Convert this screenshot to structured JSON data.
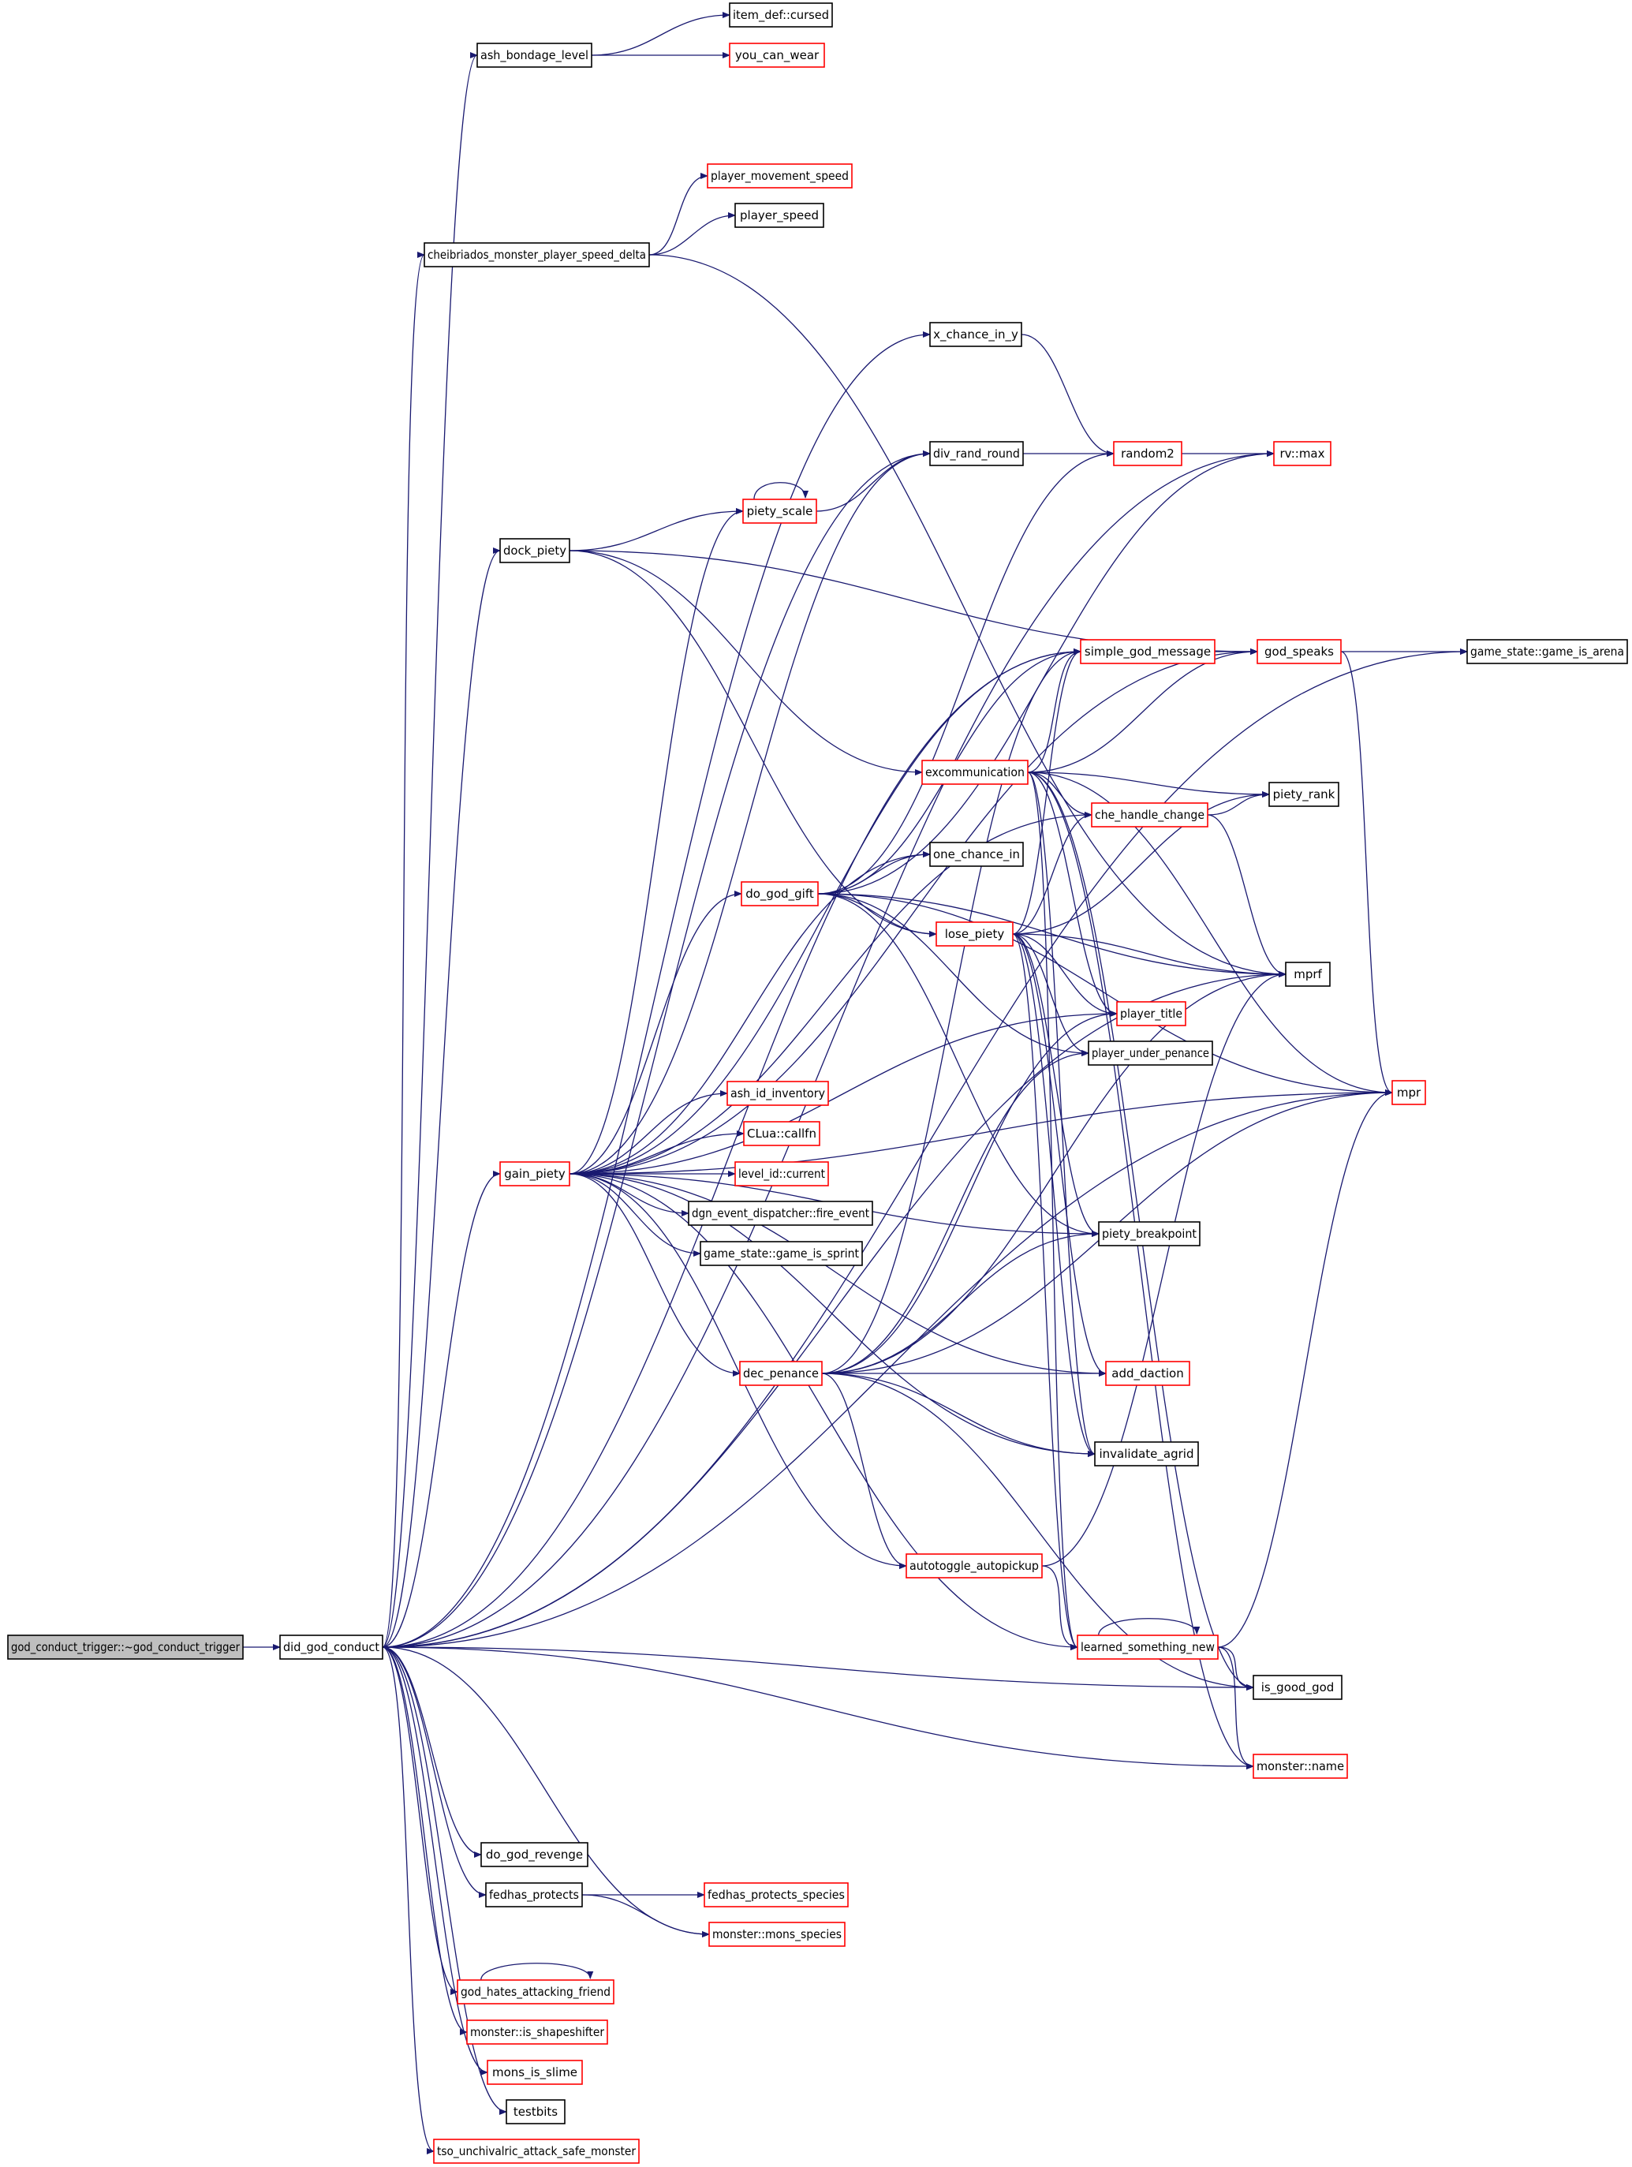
{
  "colors": {
    "edge": "#191970",
    "border_complete": "#000000",
    "border_truncated": "#ff0000",
    "root_fill": "#bfbfbf",
    "node_fill": "#ffffff"
  },
  "nodes": [
    {
      "id": "root",
      "label": "god_conduct_trigger::~god_conduct_trigger",
      "style": "root"
    },
    {
      "id": "did_god_conduct",
      "label": "did_god_conduct",
      "style": "black"
    },
    {
      "id": "ash_bondage_level",
      "label": "ash_bondage_level",
      "style": "black"
    },
    {
      "id": "item_def_cursed",
      "label": "item_def::cursed",
      "style": "black"
    },
    {
      "id": "you_can_wear",
      "label": "you_can_wear",
      "style": "red"
    },
    {
      "id": "player_movement_speed",
      "label": "player_movement_speed",
      "style": "red"
    },
    {
      "id": "player_speed",
      "label": "player_speed",
      "style": "black"
    },
    {
      "id": "cheibriados_delta",
      "label": "cheibriados_monster_player_speed_delta",
      "style": "black"
    },
    {
      "id": "x_chance_in_y",
      "label": "x_chance_in_y",
      "style": "black"
    },
    {
      "id": "div_rand_round",
      "label": "div_rand_round",
      "style": "black"
    },
    {
      "id": "random2",
      "label": "random2",
      "style": "red"
    },
    {
      "id": "rv_max",
      "label": "rv::max",
      "style": "red"
    },
    {
      "id": "piety_scale",
      "label": "piety_scale",
      "style": "red"
    },
    {
      "id": "dock_piety",
      "label": "dock_piety",
      "style": "black"
    },
    {
      "id": "simple_god_message",
      "label": "simple_god_message",
      "style": "red"
    },
    {
      "id": "god_speaks",
      "label": "god_speaks",
      "style": "red"
    },
    {
      "id": "game_is_arena",
      "label": "game_state::game_is_arena",
      "style": "black"
    },
    {
      "id": "excommunication",
      "label": "excommunication",
      "style": "red"
    },
    {
      "id": "piety_rank",
      "label": "piety_rank",
      "style": "black"
    },
    {
      "id": "che_handle_change",
      "label": "che_handle_change",
      "style": "red"
    },
    {
      "id": "one_chance_in",
      "label": "one_chance_in",
      "style": "black"
    },
    {
      "id": "do_god_gift",
      "label": "do_god_gift",
      "style": "red"
    },
    {
      "id": "lose_piety",
      "label": "lose_piety",
      "style": "red"
    },
    {
      "id": "mprf",
      "label": "mprf",
      "style": "black"
    },
    {
      "id": "player_title",
      "label": "player_title",
      "style": "red"
    },
    {
      "id": "player_under_penance",
      "label": "player_under_penance",
      "style": "black"
    },
    {
      "id": "mpr",
      "label": "mpr",
      "style": "red"
    },
    {
      "id": "ash_id_inventory",
      "label": "ash_id_inventory",
      "style": "red"
    },
    {
      "id": "clua_callfn",
      "label": "CLua::callfn",
      "style": "red"
    },
    {
      "id": "level_id_current",
      "label": "level_id::current",
      "style": "red"
    },
    {
      "id": "gain_piety",
      "label": "gain_piety",
      "style": "red"
    },
    {
      "id": "fire_event",
      "label": "dgn_event_dispatcher::fire_event",
      "style": "black"
    },
    {
      "id": "game_is_sprint",
      "label": "game_state::game_is_sprint",
      "style": "black"
    },
    {
      "id": "piety_breakpoint",
      "label": "piety_breakpoint",
      "style": "black"
    },
    {
      "id": "dec_penance",
      "label": "dec_penance",
      "style": "red"
    },
    {
      "id": "add_daction",
      "label": "add_daction",
      "style": "red"
    },
    {
      "id": "invalidate_agrid",
      "label": "invalidate_agrid",
      "style": "black"
    },
    {
      "id": "autotoggle_autopickup",
      "label": "autotoggle_autopickup",
      "style": "red"
    },
    {
      "id": "learned_something_new",
      "label": "learned_something_new",
      "style": "red"
    },
    {
      "id": "is_good_god",
      "label": "is_good_god",
      "style": "black"
    },
    {
      "id": "monster_name",
      "label": "monster::name",
      "style": "red"
    },
    {
      "id": "do_god_revenge",
      "label": "do_god_revenge",
      "style": "black"
    },
    {
      "id": "fedhas_protects",
      "label": "fedhas_protects",
      "style": "black"
    },
    {
      "id": "fedhas_protects_species",
      "label": "fedhas_protects_species",
      "style": "red"
    },
    {
      "id": "mons_species",
      "label": "monster::mons_species",
      "style": "red"
    },
    {
      "id": "god_hates_attacking_friend",
      "label": "god_hates_attacking_friend",
      "style": "red"
    },
    {
      "id": "is_shapeshifter",
      "label": "monster::is_shapeshifter",
      "style": "red"
    },
    {
      "id": "mons_is_slime",
      "label": "mons_is_slime",
      "style": "red"
    },
    {
      "id": "testbits",
      "label": "testbits",
      "style": "black"
    },
    {
      "id": "tso_unchivalric",
      "label": "tso_unchivalric_attack_safe_monster",
      "style": "red"
    }
  ],
  "edges": [
    [
      "root",
      "did_god_conduct"
    ],
    [
      "did_god_conduct",
      "ash_bondage_level"
    ],
    [
      "ash_bondage_level",
      "item_def_cursed"
    ],
    [
      "ash_bondage_level",
      "you_can_wear"
    ],
    [
      "did_god_conduct",
      "game_is_arena"
    ],
    [
      "did_god_conduct",
      "rv_max"
    ],
    [
      "did_god_conduct",
      "cheibriados_delta"
    ],
    [
      "cheibriados_delta",
      "player_movement_speed"
    ],
    [
      "cheibriados_delta",
      "player_speed"
    ],
    [
      "cheibriados_delta",
      "mprf"
    ],
    [
      "did_god_conduct",
      "x_chance_in_y"
    ],
    [
      "x_chance_in_y",
      "random2"
    ],
    [
      "did_god_conduct",
      "div_rand_round"
    ],
    [
      "did_god_conduct",
      "simple_god_message"
    ],
    [
      "did_god_conduct",
      "mprf"
    ],
    [
      "did_god_conduct",
      "dock_piety"
    ],
    [
      "did_god_conduct",
      "gain_piety"
    ],
    [
      "div_rand_round",
      "random2"
    ],
    [
      "random2",
      "rv_max"
    ],
    [
      "piety_scale",
      "piety_scale"
    ],
    [
      "piety_scale",
      "div_rand_round"
    ],
    [
      "dock_piety",
      "piety_scale"
    ],
    [
      "dock_piety",
      "god_speaks"
    ],
    [
      "dock_piety",
      "excommunication"
    ],
    [
      "dock_piety",
      "lose_piety"
    ],
    [
      "simple_god_message",
      "god_speaks"
    ],
    [
      "god_speaks",
      "game_is_arena"
    ],
    [
      "god_speaks",
      "mpr"
    ],
    [
      "excommunication",
      "simple_god_message"
    ],
    [
      "excommunication",
      "god_speaks"
    ],
    [
      "excommunication",
      "piety_rank"
    ],
    [
      "excommunication",
      "che_handle_change"
    ],
    [
      "excommunication",
      "mpr"
    ],
    [
      "excommunication",
      "player_title"
    ],
    [
      "excommunication",
      "learned_something_new"
    ],
    [
      "excommunication",
      "is_good_god"
    ],
    [
      "excommunication",
      "monster_name"
    ],
    [
      "excommunication",
      "invalidate_agrid"
    ],
    [
      "che_handle_change",
      "piety_rank"
    ],
    [
      "che_handle_change",
      "mprf"
    ],
    [
      "do_god_gift",
      "one_chance_in"
    ],
    [
      "do_god_gift",
      "lose_piety"
    ],
    [
      "do_god_gift",
      "mprf"
    ],
    [
      "do_god_gift",
      "mpr"
    ],
    [
      "do_god_gift",
      "random2"
    ],
    [
      "do_god_gift",
      "simple_god_message"
    ],
    [
      "do_god_gift",
      "piety_breakpoint"
    ],
    [
      "do_god_gift",
      "player_under_penance"
    ],
    [
      "do_god_gift",
      "rv_max"
    ],
    [
      "lose_piety",
      "piety_rank"
    ],
    [
      "lose_piety",
      "mprf"
    ],
    [
      "lose_piety",
      "simple_god_message"
    ],
    [
      "lose_piety",
      "player_title"
    ],
    [
      "lose_piety",
      "player_under_penance"
    ],
    [
      "lose_piety",
      "piety_breakpoint"
    ],
    [
      "lose_piety",
      "add_daction"
    ],
    [
      "lose_piety",
      "che_handle_change"
    ],
    [
      "lose_piety",
      "learned_something_new"
    ],
    [
      "lose_piety",
      "invalidate_agrid"
    ],
    [
      "gain_piety",
      "piety_scale"
    ],
    [
      "gain_piety",
      "div_rand_round"
    ],
    [
      "gain_piety",
      "simple_god_message"
    ],
    [
      "gain_piety",
      "god_speaks"
    ],
    [
      "gain_piety",
      "che_handle_change"
    ],
    [
      "gain_piety",
      "one_chance_in"
    ],
    [
      "gain_piety",
      "do_god_gift"
    ],
    [
      "gain_piety",
      "player_title"
    ],
    [
      "gain_piety",
      "mpr"
    ],
    [
      "gain_piety",
      "ash_id_inventory"
    ],
    [
      "gain_piety",
      "clua_callfn"
    ],
    [
      "gain_piety",
      "level_id_current"
    ],
    [
      "gain_piety",
      "fire_event"
    ],
    [
      "gain_piety",
      "game_is_sprint"
    ],
    [
      "gain_piety",
      "piety_breakpoint"
    ],
    [
      "gain_piety",
      "dec_penance"
    ],
    [
      "gain_piety",
      "add_daction"
    ],
    [
      "gain_piety",
      "invalidate_agrid"
    ],
    [
      "gain_piety",
      "autotoggle_autopickup"
    ],
    [
      "gain_piety",
      "learned_something_new"
    ],
    [
      "dec_penance",
      "simple_god_message"
    ],
    [
      "dec_penance",
      "player_title"
    ],
    [
      "dec_penance",
      "player_under_penance"
    ],
    [
      "dec_penance",
      "mprf"
    ],
    [
      "dec_penance",
      "piety_breakpoint"
    ],
    [
      "dec_penance",
      "add_daction"
    ],
    [
      "dec_penance",
      "invalidate_agrid"
    ],
    [
      "dec_penance",
      "autotoggle_autopickup"
    ],
    [
      "dec_penance",
      "mpr"
    ],
    [
      "dec_penance",
      "is_good_god"
    ],
    [
      "autotoggle_autopickup",
      "mprf"
    ],
    [
      "autotoggle_autopickup",
      "learned_something_new"
    ],
    [
      "learned_something_new",
      "learned_something_new"
    ],
    [
      "learned_something_new",
      "mpr"
    ],
    [
      "learned_something_new",
      "is_good_god"
    ],
    [
      "learned_something_new",
      "monster_name"
    ],
    [
      "did_god_conduct",
      "is_good_god"
    ],
    [
      "did_god_conduct",
      "monster_name"
    ],
    [
      "did_god_conduct",
      "mpr"
    ],
    [
      "did_god_conduct",
      "do_god_revenge"
    ],
    [
      "did_god_conduct",
      "fedhas_protects"
    ],
    [
      "fedhas_protects",
      "fedhas_protects_species"
    ],
    [
      "fedhas_protects",
      "mons_species"
    ],
    [
      "did_god_conduct",
      "mons_species"
    ],
    [
      "did_god_conduct",
      "god_hates_attacking_friend"
    ],
    [
      "god_hates_attacking_friend",
      "god_hates_attacking_friend"
    ],
    [
      "did_god_conduct",
      "is_shapeshifter"
    ],
    [
      "did_god_conduct",
      "mons_is_slime"
    ],
    [
      "did_god_conduct",
      "testbits"
    ],
    [
      "did_god_conduct",
      "tso_unchivalric"
    ]
  ]
}
